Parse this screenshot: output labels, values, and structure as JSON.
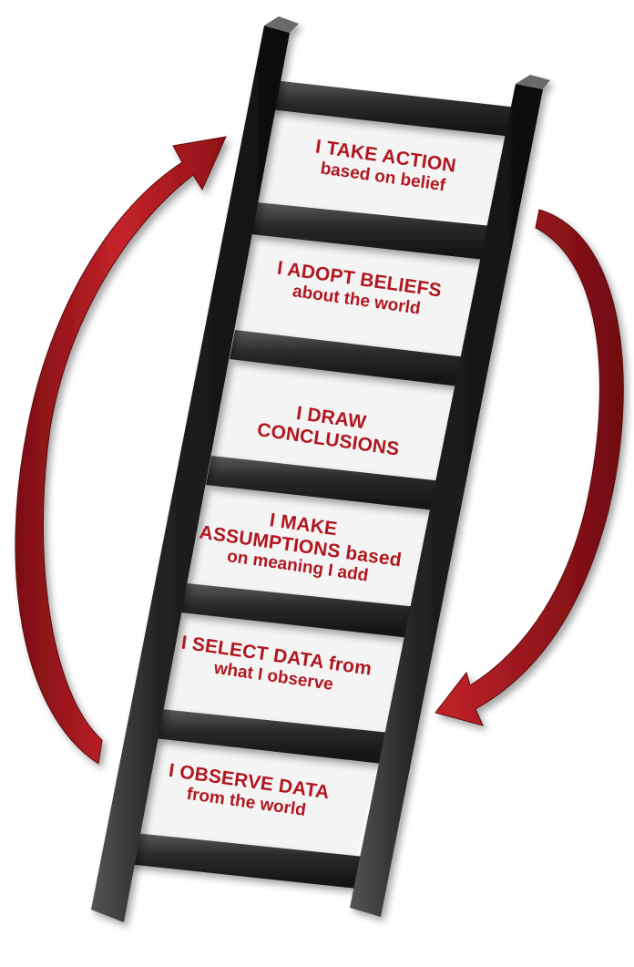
{
  "steps": [
    {
      "line1": "I TAKE ACTION",
      "line2": "based on belief"
    },
    {
      "line1": "I ADOPT BELIEFS",
      "line2": "about the world"
    },
    {
      "line1": "I DRAW",
      "line2": "CONCLUSIONS"
    },
    {
      "line1": "I MAKE",
      "line2": "ASSUMPTIONS based",
      "line3": "on meaning I add"
    },
    {
      "line1": "I SELECT DATA from",
      "line2": "what I observe"
    },
    {
      "line1": "I OBSERVE DATA",
      "line2": "from the world"
    }
  ],
  "colors": {
    "text": "#b0171f",
    "arrow": "#b81c22",
    "ladder": "#1e1e1e"
  }
}
